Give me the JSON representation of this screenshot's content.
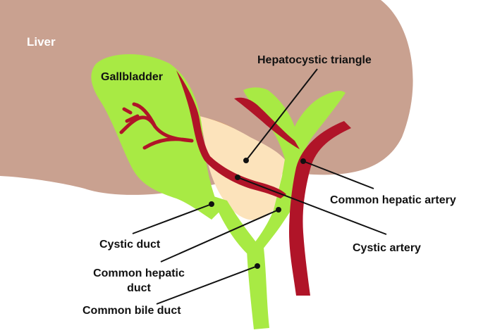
{
  "labels": {
    "liver": "Liver",
    "gallbladder": "Gallbladder",
    "hepatocystic_triangle": "Hepatocystic triangle",
    "common_hepatic_artery": "Common hepatic artery",
    "cystic_artery": "Cystic artery",
    "cystic_duct": "Cystic duct",
    "common_hepatic_duct_line1": "Common hepatic",
    "common_hepatic_duct_line2": "duct",
    "common_bile_duct": "Common bile duct"
  },
  "colors": {
    "liver": "#c9a190",
    "gallbladder_ducts": "#a8ea44",
    "artery": "#b01428",
    "triangle": "#fce3bb",
    "shadow": "#e09a5a",
    "leader": "#111111",
    "liver_label": "#ffffff"
  }
}
